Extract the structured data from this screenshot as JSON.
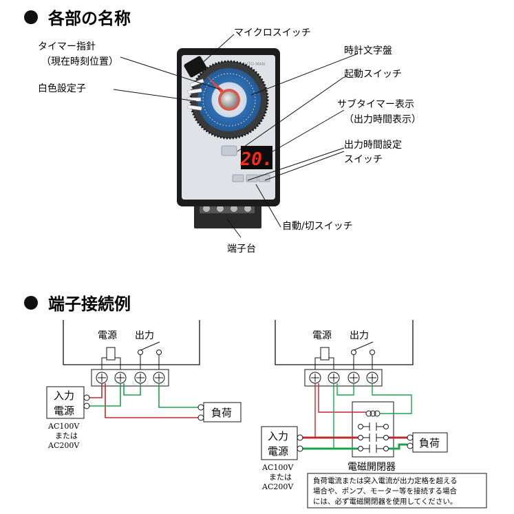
{
  "section1": {
    "title": "各部の名称",
    "labels": {
      "micro_switch": "マイクロスイッチ",
      "timer_pointer_line1": "タイマー指針",
      "timer_pointer_line2": "（現在時刻位置）",
      "white_setter": "白色設定子",
      "clock_dial": "時計文字盤",
      "start_switch": "起動スイッチ",
      "sub_timer_line1": "サブタイマー表示",
      "sub_timer_line2": "（出力時間表示）",
      "output_setting_line1": "出力時間設定",
      "output_setting_line2": "スイッチ",
      "auto_off_switch": "自動/切スイッチ",
      "terminal_block": "端子台"
    },
    "device": {
      "brand": "AUTO-MAN",
      "display_value": "20."
    }
  },
  "section2": {
    "title": "端子接続例",
    "left": {
      "power": "電源",
      "output": "出力",
      "input_line1": "入力",
      "input_line2": "電源",
      "load": "負荷",
      "voltage_line1": "AC100V",
      "voltage_line2": "または",
      "voltage_line3": "AC200V"
    },
    "right": {
      "power": "電源",
      "output": "出力",
      "input_line1": "入力",
      "input_line2": "電源",
      "load": "負荷",
      "contactor": "電磁開閉器",
      "voltage_line1": "AC100V",
      "voltage_line2": "または",
      "voltage_line3": "AC200V",
      "note_line1": "負荷電流または突入電流が出力定格を超える",
      "note_line2": "場合や、ポンプ、モーター等を接続する場合",
      "note_line3": "には、必ず電磁開閉器を使用してください。"
    }
  },
  "colors": {
    "red_wire": "#c0282d",
    "green_wire": "#1aa34a",
    "dial_blue": "#2f6fb3",
    "display_red": "#ff2a1a"
  }
}
